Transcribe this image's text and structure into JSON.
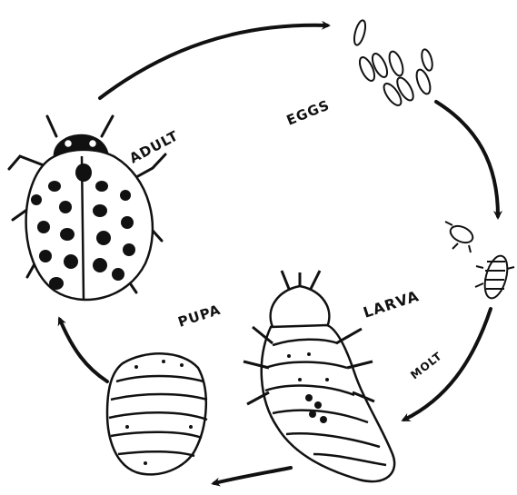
{
  "labels": {
    "eggs": "EGGS",
    "adult": "ADULT",
    "larva": "LARVA",
    "molt": "MOLT",
    "pupa": "PUPA"
  },
  "colors": {
    "ink": "#111111",
    "paper": "#ffffff"
  }
}
